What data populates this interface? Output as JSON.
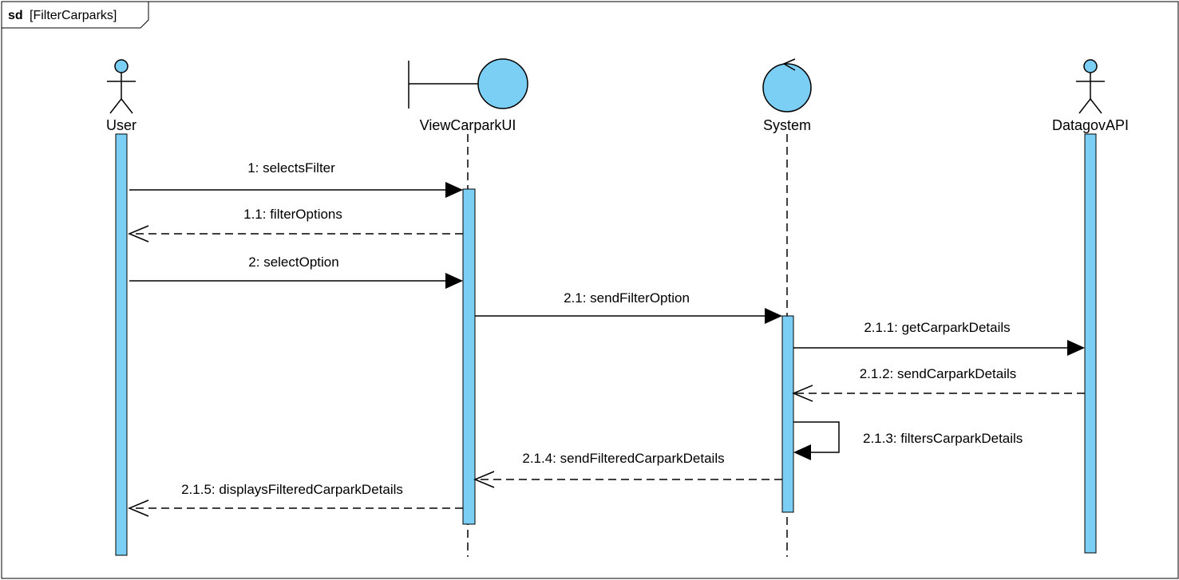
{
  "frame": {
    "keyword": "sd",
    "name": "[FilterCarparks]"
  },
  "colors": {
    "fill": "#7ccff4",
    "stroke": "#000000",
    "background": "#ffffff"
  },
  "lifelines": [
    {
      "id": "user",
      "name": "User",
      "kind": "actor"
    },
    {
      "id": "ui",
      "name": "ViewCarparkUI",
      "kind": "boundary"
    },
    {
      "id": "system",
      "name": "System",
      "kind": "control"
    },
    {
      "id": "api",
      "name": "DatagovAPI",
      "kind": "actor"
    }
  ],
  "messages": [
    {
      "label": "1: selectsFilter",
      "from": "user",
      "to": "ui",
      "style": "sync"
    },
    {
      "label": "1.1: filterOptions",
      "from": "ui",
      "to": "user",
      "style": "reply"
    },
    {
      "label": "2: selectOption",
      "from": "user",
      "to": "ui",
      "style": "sync"
    },
    {
      "label": "2.1: sendFilterOption",
      "from": "ui",
      "to": "system",
      "style": "sync"
    },
    {
      "label": "2.1.1: getCarparkDetails",
      "from": "system",
      "to": "api",
      "style": "sync"
    },
    {
      "label": "2.1.2: sendCarparkDetails",
      "from": "api",
      "to": "system",
      "style": "reply"
    },
    {
      "label": "2.1.3: filtersCarparkDetails",
      "from": "system",
      "to": "system",
      "style": "self"
    },
    {
      "label": "2.1.4: sendFilteredCarparkDetails",
      "from": "system",
      "to": "ui",
      "style": "reply"
    },
    {
      "label": "2.1.5: displaysFilteredCarparkDetails",
      "from": "ui",
      "to": "user",
      "style": "reply"
    }
  ]
}
